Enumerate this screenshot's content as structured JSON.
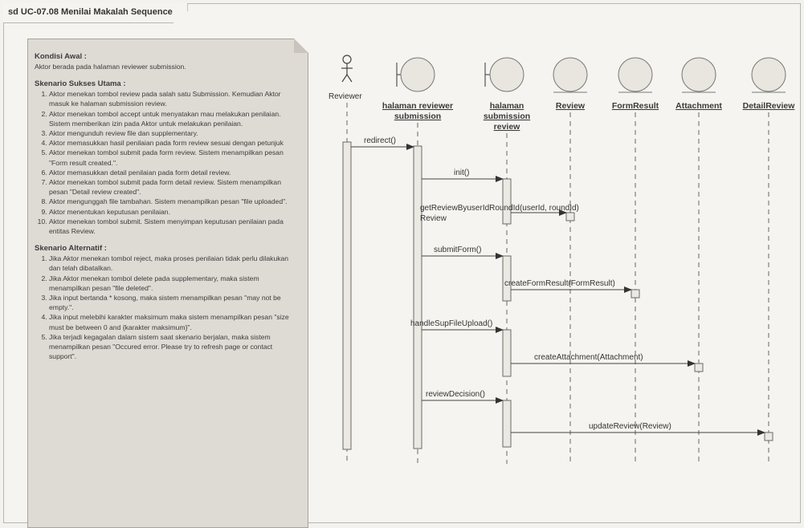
{
  "frame": {
    "title": "sd UC-07.08 Menilai Makalah Sequence"
  },
  "note": {
    "kondisi_title": "Kondisi Awal :",
    "kondisi_text": "Aktor berada pada halaman reviewer submission.",
    "sukses_title": "Skenario Sukses Utama :",
    "sukses_items": [
      "Aktor menekan tombol review pada salah satu Submission. Kemudian Aktor masuk ke halaman submission review.",
      "Aktor menekan tombol accept untuk menyatakan mau melakukan penilaian. Sistem memberikan izin pada Aktor untuk melakukan penilaian.",
      "Aktor mengunduh review file dan supplementary.",
      "Aktor memasukkan hasil penilaian pada form review sesuai dengan petunjuk",
      "Aktor menekan tombol submit pada form review. Sistem menampilkan pesan \"Form result created.\".",
      "Aktor memasukkan detail penilaian pada form detail review.",
      "Aktor menekan tombol submit pada form detail review. Sistem menampilkan pesan \"Detail review created\".",
      "Aktor mengunggah file tambahan. Sistem menampilkan pesan \"file uploaded\".",
      "Aktor menentukan keputusan penilaian.",
      "Aktor menekan tombol submit. Sistem menyimpan keputusan penilaian pada entitas Review."
    ],
    "alternatif_title": "Skenario Alternatif :",
    "alternatif_items": [
      "Jika Aktor menekan tombol reject, maka proses penilaian tidak perlu dilakukan dan telah dibatalkan.",
      "Jika Aktor menekan tombol delete pada supplementary, maka sistem menampilkan pesan \"file deleted\".",
      "Jika input bertanda * kosong, maka sistem menampilkan pesan \"may not be empty.\".",
      "Jika input melebihi karakter maksimum maka sistem menampilkan pesan \"size must be between 0 and {karakter maksimum}\".",
      "Jika terjadi kegagalan dalam sistem saat skenario berjalan, maka sistem menampilkan pesan \"Occured error. Please try to refresh page or contact support\"."
    ]
  },
  "diagram": {
    "actor": "Reviewer",
    "participants": [
      {
        "kind": "boundary",
        "name_lines": [
          "halaman reviewer",
          "submission"
        ]
      },
      {
        "kind": "boundary",
        "name_lines": [
          "halaman",
          "submission",
          "review"
        ]
      },
      {
        "kind": "entity",
        "name_lines": [
          "Review"
        ]
      },
      {
        "kind": "entity",
        "name_lines": [
          "FormResult"
        ]
      },
      {
        "kind": "entity",
        "name_lines": [
          "Attachment"
        ]
      },
      {
        "kind": "entity",
        "name_lines": [
          "DetailReview"
        ]
      }
    ],
    "messages": [
      {
        "text": "redirect()"
      },
      {
        "text": "init()"
      },
      {
        "text_lines": [
          "getReviewByuserIdRoundId(userId, roundId)",
          "Review"
        ]
      },
      {
        "text": "submitForm()"
      },
      {
        "text": "createFormResult(FormResult)"
      },
      {
        "text": "handleSupFileUpload()"
      },
      {
        "text": "createAttachment(Attachment)"
      },
      {
        "text": "reviewDecision()"
      },
      {
        "text": "updateReview(Review)"
      }
    ],
    "colors": {
      "head_fill": "#e9e5df",
      "activation_fill": "#ece8e2",
      "line": "#555555"
    }
  }
}
